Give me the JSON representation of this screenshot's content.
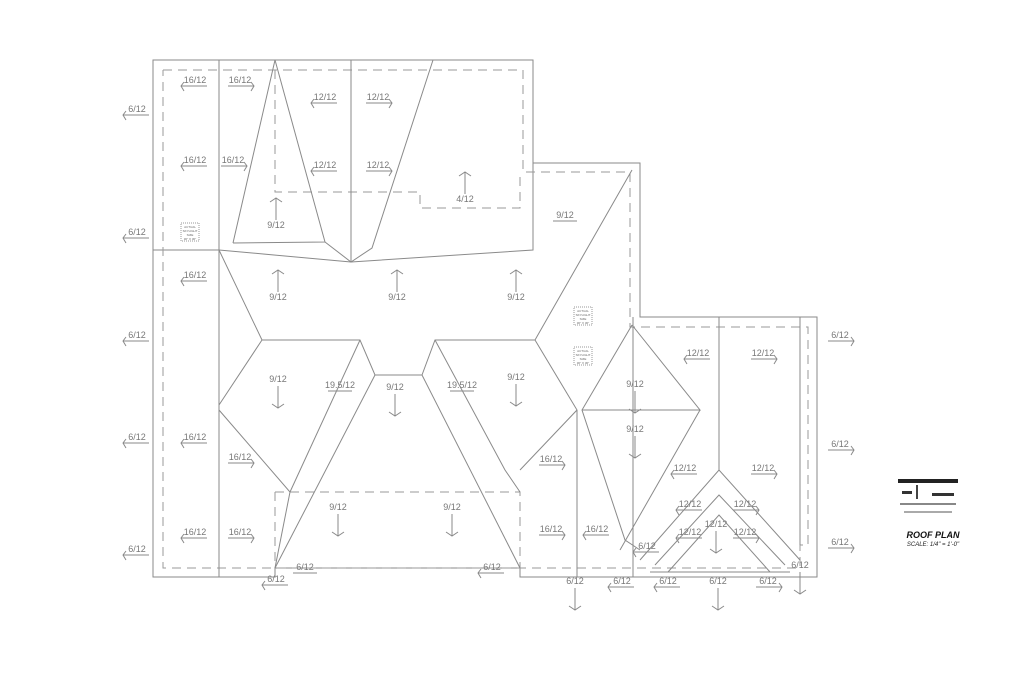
{
  "drawing": {
    "title": "ROOF PLAN",
    "scale": "SCALE:  1/4\" = 1'-0\"",
    "skylight_note": [
      "ACTUAL",
      "SKYLIGHT",
      "SIZE",
      "30\" X 30\""
    ]
  },
  "pitch_labels": [
    "6/12",
    "6/12",
    "6/12",
    "6/12",
    "6/12",
    "16/12",
    "16/12",
    "16/12",
    "16/12",
    "16/12",
    "16/12",
    "16/12",
    "16/12",
    "16/12",
    "12/12",
    "12/12",
    "12/12",
    "12/12",
    "9/12",
    "4/12",
    "9/12",
    "9/12",
    "9/12",
    "9/12",
    "9/12",
    "9/12",
    "9/12",
    "19.5/12",
    "19.5/12",
    "9/12",
    "9/12",
    "16/12",
    "16/12",
    "16/12",
    "9/12",
    "9/12",
    "12/12",
    "12/12",
    "12/12",
    "12/12",
    "12/12",
    "12/12",
    "12/12",
    "12/12",
    "12/12",
    "6/12",
    "6/12",
    "6/12",
    "6/12",
    "6/12",
    "6/12",
    "6/12",
    "6/12",
    "6/12",
    "6/12",
    "6/12",
    "6/12",
    "6/12"
  ]
}
